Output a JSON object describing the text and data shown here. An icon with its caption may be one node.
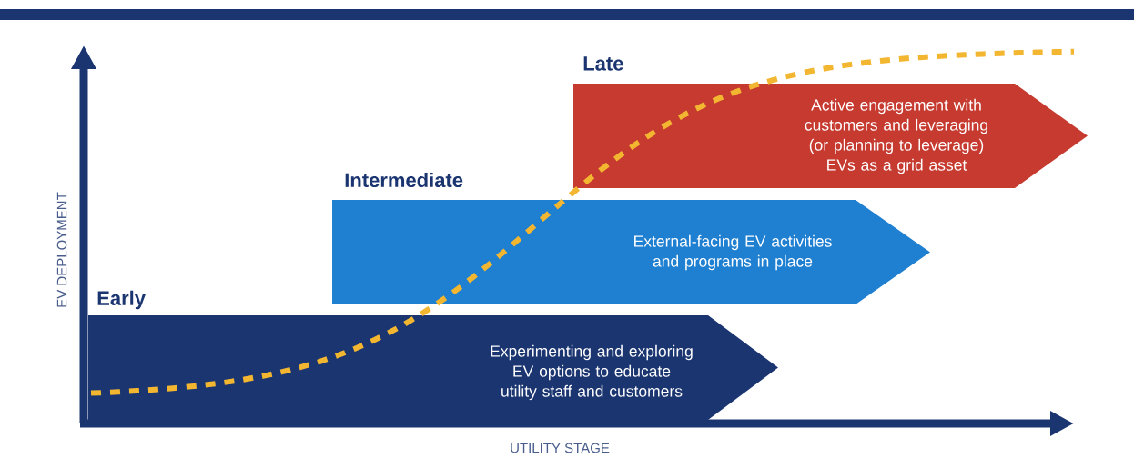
{
  "diagram": {
    "nodes": [
      {
        "text": [
          "Early",
          "Experimenting and exploring EV options to educate utility staff and customers"
        ]
      },
      {
        "text": [
          "Intermediate",
          "External-facing EV activities and programs in place"
        ]
      },
      {
        "text": [
          "Late",
          "Active engagement with customers and leveraging (or planning to leverage) EVs as a grid asset"
        ]
      }
    ],
    "labels": [
      "EV DEPLOYMENT",
      "UTILITY STAGE"
    ]
  }
}
